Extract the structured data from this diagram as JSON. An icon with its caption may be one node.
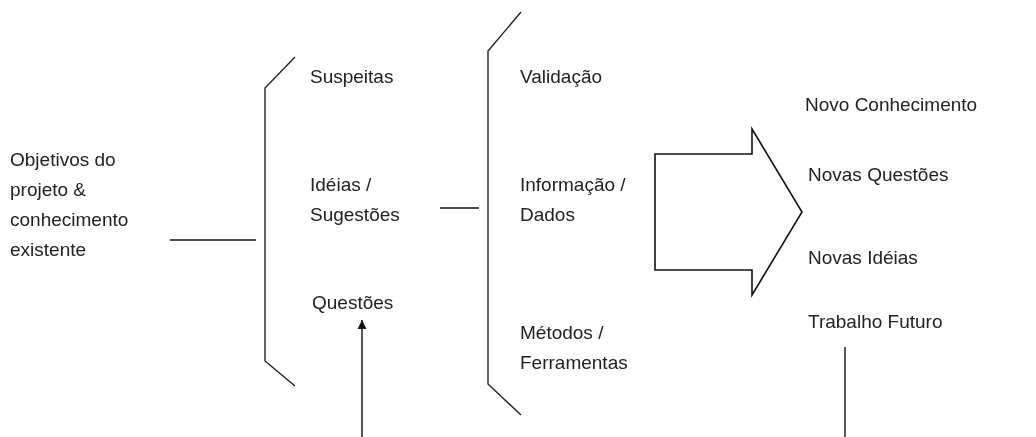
{
  "diagram": {
    "nodes": [
      {
        "text": [
          "Objetivos do projeto & conhecimento existente"
        ]
      },
      {
        "text": [],
        "shape": "bracket"
      },
      {
        "text": [
          "Suspeitas"
        ]
      },
      {
        "text": [
          "Idéias / Sugestões"
        ]
      },
      {
        "text": [
          "Questões"
        ]
      },
      {
        "text": [],
        "shape": "bracket"
      },
      {
        "text": [
          "Validação"
        ]
      },
      {
        "text": [
          "Informação / Dados"
        ]
      },
      {
        "text": [
          "Métodos / Ferramentas"
        ]
      },
      {
        "text": [
          "Novo Conhecimento"
        ]
      },
      {
        "text": [
          "Novas Questões"
        ]
      },
      {
        "text": [
          "Novas Idéias"
        ]
      },
      {
        "text": [
          "Trabalho Futuro"
        ]
      }
    ],
    "edges": [
      {
        "from": 0,
        "to": 1,
        "arrow": "none"
      },
      {
        "from": 3,
        "to": 5,
        "arrow": "none"
      },
      {
        "from": 7,
        "to": 10,
        "arrow": "to",
        "style": "thick"
      },
      {
        "from": null,
        "to": 4,
        "arrow": "to"
      },
      {
        "from": 12,
        "to": null,
        "arrow": "none"
      }
    ]
  }
}
